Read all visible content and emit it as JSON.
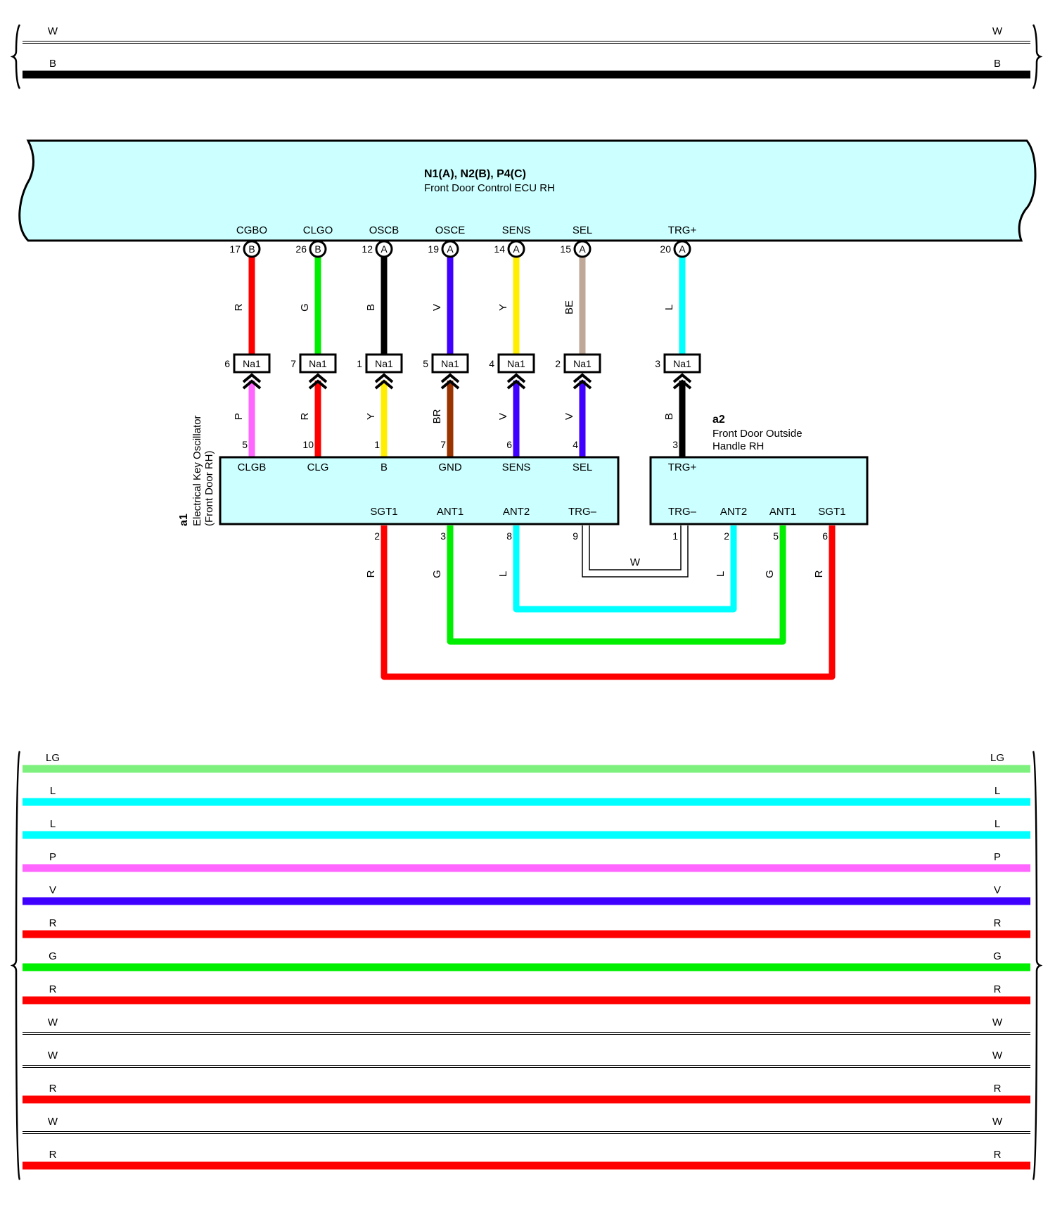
{
  "colors": {
    "W": "#ffffff",
    "B": "#000000",
    "R": "#ff0000",
    "G": "#00ee00",
    "LG": "#7ef07e",
    "L": "#00ffff",
    "V": "#4000ff",
    "Y": "#ffee00",
    "P": "#ff66ff",
    "BR": "#993300",
    "BE": "#bfa898",
    "box_fill": "#ccffff",
    "outline": "#000000"
  },
  "top_bus": [
    {
      "color": "W",
      "label_left": "W",
      "label_right": "W"
    },
    {
      "color": "B",
      "label_left": "B",
      "label_right": "B"
    }
  ],
  "bottom_bus": [
    {
      "color": "LG",
      "label_left": "LG",
      "label_right": "LG"
    },
    {
      "color": "L",
      "label_left": "L",
      "label_right": "L"
    },
    {
      "color": "L",
      "label_left": "L",
      "label_right": "L"
    },
    {
      "color": "P",
      "label_left": "P",
      "label_right": "P"
    },
    {
      "color": "V",
      "label_left": "V",
      "label_right": "V"
    },
    {
      "color": "R",
      "label_left": "R",
      "label_right": "R"
    },
    {
      "color": "G",
      "label_left": "G",
      "label_right": "G"
    },
    {
      "color": "R",
      "label_left": "R",
      "label_right": "R"
    },
    {
      "color": "W",
      "label_left": "W",
      "label_right": "W"
    },
    {
      "color": "W",
      "label_left": "W",
      "label_right": "W"
    },
    {
      "color": "R",
      "label_left": "R",
      "label_right": "R"
    },
    {
      "color": "W",
      "label_left": "W",
      "label_right": "W"
    },
    {
      "color": "R",
      "label_left": "R",
      "label_right": "R"
    }
  ],
  "ecu": {
    "code": "N1(A), N2(B), P4(C)",
    "name": "Front Door Control ECU RH",
    "pins": [
      {
        "name": "CGBO",
        "num": "17",
        "conn": "B"
      },
      {
        "name": "CLGO",
        "num": "26",
        "conn": "B"
      },
      {
        "name": "OSCB",
        "num": "12",
        "conn": "A"
      },
      {
        "name": "OSCE",
        "num": "19",
        "conn": "A"
      },
      {
        "name": "SENS",
        "num": "14",
        "conn": "A"
      },
      {
        "name": "SEL",
        "num": "15",
        "conn": "A"
      },
      {
        "name": "TRG+",
        "num": "20",
        "conn": "A"
      }
    ]
  },
  "upper_wires": [
    "R",
    "G",
    "B",
    "V",
    "Y",
    "BE",
    "L"
  ],
  "junction": {
    "label": "Na1",
    "pins": [
      "6",
      "7",
      "1",
      "5",
      "4",
      "2",
      "3"
    ]
  },
  "lower_wires": [
    "P",
    "R",
    "Y",
    "BR",
    "V",
    "V",
    "B"
  ],
  "a1": {
    "code": "a1",
    "name_line1": "Electrical Key Oscillator",
    "name_line2": "(Front Door RH)",
    "top_pins": [
      {
        "name": "CLGB",
        "num": "5"
      },
      {
        "name": "CLG",
        "num": "10"
      },
      {
        "name": "B",
        "num": "1"
      },
      {
        "name": "GND",
        "num": "7"
      },
      {
        "name": "SENS",
        "num": "6"
      },
      {
        "name": "SEL",
        "num": "4"
      }
    ],
    "bottom_pins": [
      {
        "name": "SGT1",
        "num": "2"
      },
      {
        "name": "ANT1",
        "num": "3"
      },
      {
        "name": "ANT2",
        "num": "8"
      },
      {
        "name": "TRG–",
        "num": "9"
      }
    ]
  },
  "a2": {
    "code": "a2",
    "name_line1": "Front Door Outside",
    "name_line2": "Handle RH",
    "top_pins": [
      {
        "name": "TRG+",
        "num": "3"
      }
    ],
    "bottom_pins": [
      {
        "name": "TRG–",
        "num": "1"
      },
      {
        "name": "ANT2",
        "num": "2"
      },
      {
        "name": "ANT1",
        "num": "5"
      },
      {
        "name": "SGT1",
        "num": "6"
      }
    ]
  },
  "interconnect": [
    {
      "color": "R",
      "label_a1": "R",
      "label_a2": "R"
    },
    {
      "color": "G",
      "label_a1": "G",
      "label_a2": "G"
    },
    {
      "color": "L",
      "label_a1": "L",
      "label_a2": "L"
    },
    {
      "color": "W",
      "label_mid": "W"
    }
  ]
}
